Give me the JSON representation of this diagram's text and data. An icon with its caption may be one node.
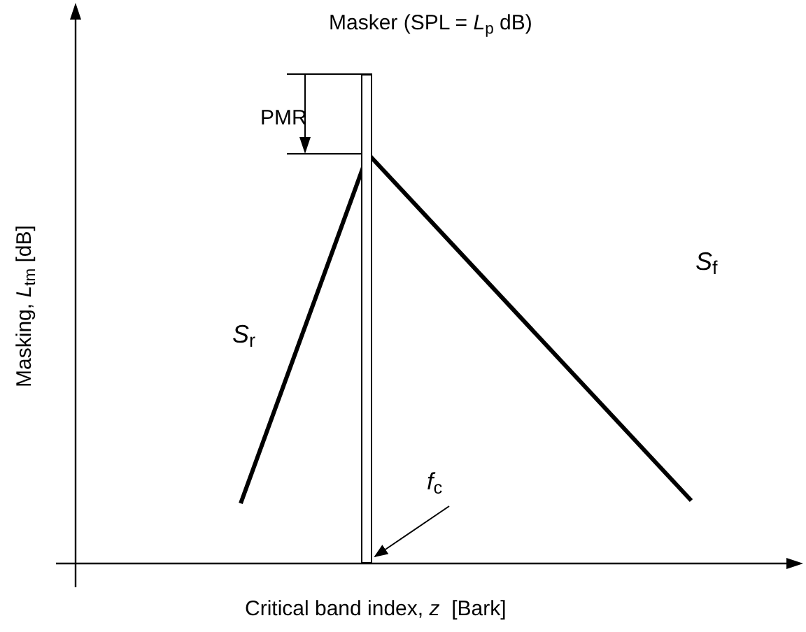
{
  "diagram": {
    "nodes": [
      {
        "text": [
          "Masker (SPL = *L*$_{p}$ dB)"
        ]
      },
      {
        "text": [
          "*f*$_{c}$"
        ]
      }
    ],
    "edges": [
      {
        "from": 1,
        "to": 0,
        "arrow": "to"
      }
    ],
    "labels": [
      "PMR",
      "*S*$_{r}$",
      "*S*$_{f}$",
      "Masking, *L*$_{tm}$ [dB]",
      "Critical band index, *z*  [Bark]"
    ]
  }
}
